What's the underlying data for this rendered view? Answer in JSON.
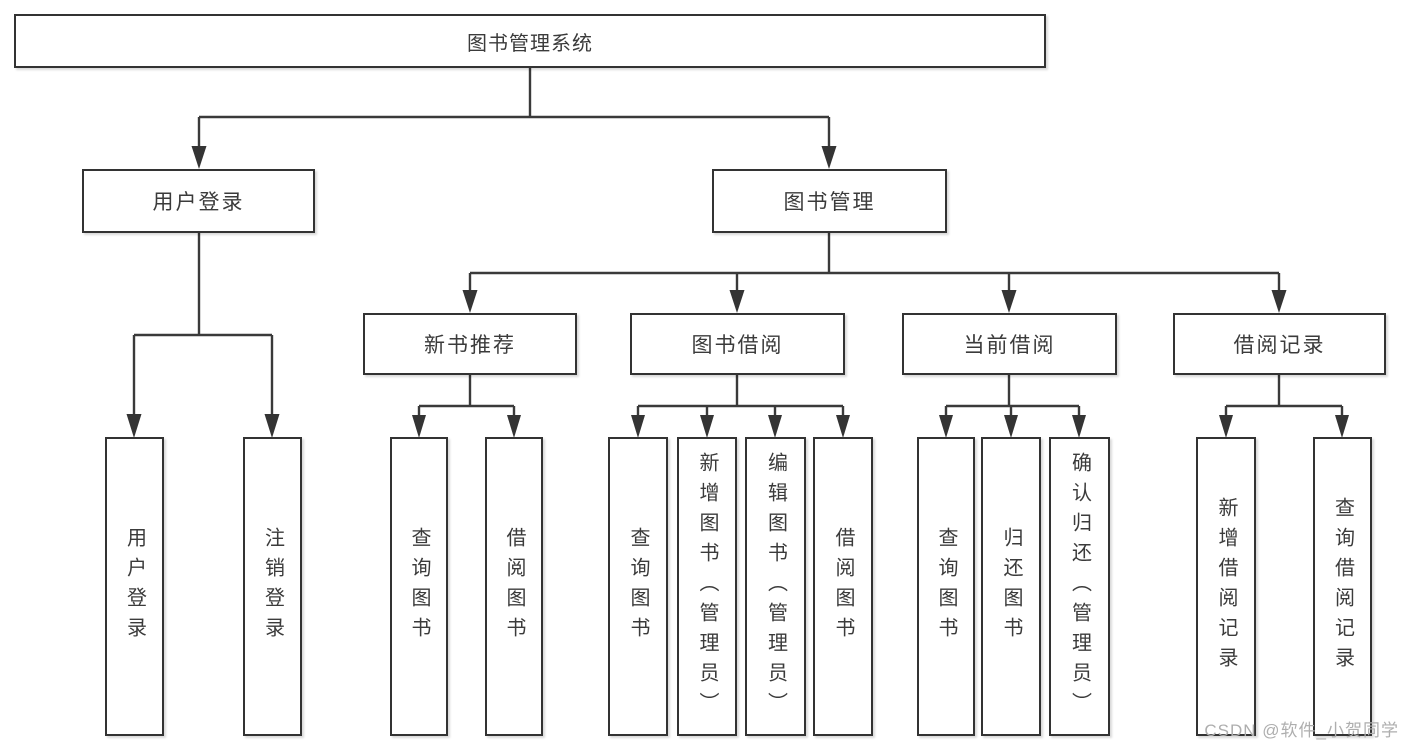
{
  "diagram_title": "图书管理系统",
  "tree": {
    "label": "图书管理系统",
    "children": [
      {
        "label": "用户登录",
        "children": [
          {
            "label": "用户登录"
          },
          {
            "label": "注销登录"
          }
        ]
      },
      {
        "label": "图书管理",
        "children": [
          {
            "label": "新书推荐",
            "children": [
              {
                "label": "查询图书"
              },
              {
                "label": "借阅图书"
              }
            ]
          },
          {
            "label": "图书借阅",
            "children": [
              {
                "label": "查询图书"
              },
              {
                "label": "新增图书（管理员）"
              },
              {
                "label": "编辑图书（管理员）"
              },
              {
                "label": "借阅图书"
              }
            ]
          },
          {
            "label": "当前借阅",
            "children": [
              {
                "label": "查询图书"
              },
              {
                "label": "归还图书"
              },
              {
                "label": "确认归还（管理员）"
              }
            ]
          },
          {
            "label": "借阅记录",
            "children": [
              {
                "label": "新增借阅记录"
              },
              {
                "label": "查询借阅记录"
              }
            ]
          }
        ]
      }
    ]
  },
  "watermark": "CSDN @软件_小贺同学",
  "colors": {
    "box_border": "#333333",
    "connector": "#3a3a3a",
    "text": "#3b3b3b",
    "watermark": "#aeaeae",
    "background": "#ffffff"
  }
}
